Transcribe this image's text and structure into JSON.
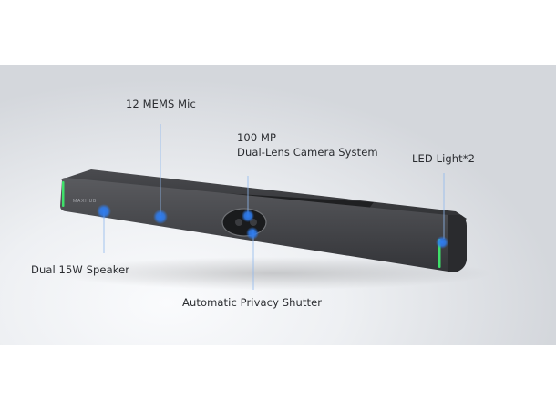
{
  "product": {
    "brand_logo": "MAXHUB",
    "accent_color": "#2f7df0",
    "led_color": "#3fe06a",
    "body_color": "#3a3b3e"
  },
  "callouts": [
    {
      "id": "mic",
      "label": "12 MEMS Mic"
    },
    {
      "id": "camera",
      "label_line1": "100 MP",
      "label_line2": "Dual-Lens Camera System"
    },
    {
      "id": "led",
      "label": "LED Light*2"
    },
    {
      "id": "speaker",
      "label": "Dual 15W Speaker"
    },
    {
      "id": "shutter",
      "label": "Automatic Privacy Shutter"
    }
  ]
}
